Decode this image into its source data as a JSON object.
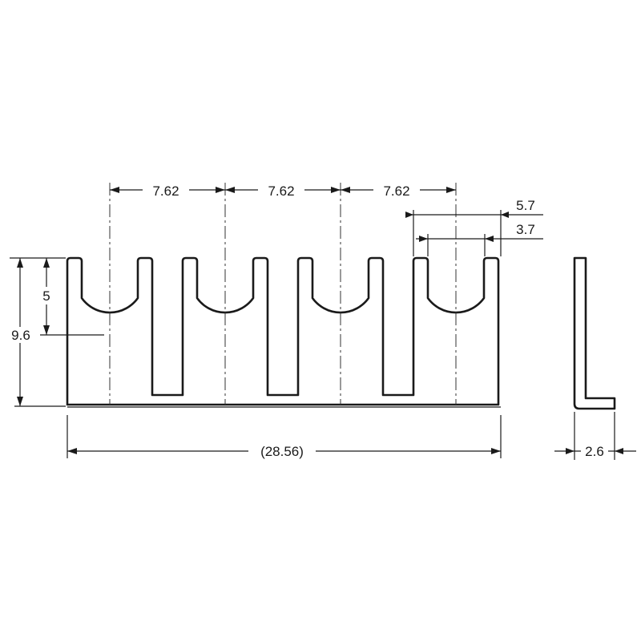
{
  "drawing": {
    "dimensions": {
      "pitch_1": "7.62",
      "pitch_2": "7.62",
      "pitch_3": "7.62",
      "outer_width": "5.7",
      "inner_width": "3.7",
      "slot_depth": "5",
      "total_height": "9.6",
      "total_length": "(28.56)",
      "side_thickness": "2.6"
    }
  }
}
